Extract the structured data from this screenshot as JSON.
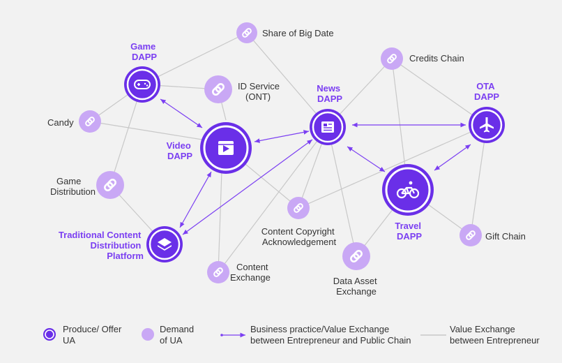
{
  "colors": {
    "background": "#f2f2f2",
    "demand": "#c9a8f5",
    "produce": "#7b3ff2",
    "produce_dark": "#6a2fe8",
    "business_line": "#7b3ff2",
    "value_line": "#c8c8c8",
    "label": "#333333"
  },
  "dapps": {
    "game": [
      "Game",
      "DAPP"
    ],
    "video": [
      "Video",
      "DAPP"
    ],
    "news": [
      "News",
      "DAPP"
    ],
    "ota": [
      "OTA",
      "DAPP"
    ],
    "travel": [
      "Travel",
      "DAPP"
    ],
    "traditional": [
      "Traditional Content",
      "Distribution",
      "Platform"
    ]
  },
  "demand_labels": {
    "share_big_date": "Share of Big Date",
    "id_service": [
      "ID Service",
      "(ONT)"
    ],
    "credits_chain": "Credits Chain",
    "candy": "Candy",
    "game_distribution": [
      "Game",
      "Distribution"
    ],
    "content_copyright": [
      "Content Copyright",
      "Acknowledgement"
    ],
    "content_exchange": [
      "Content",
      "Exchange"
    ],
    "data_asset_exchange": [
      "Data Asset",
      "Exchange"
    ],
    "gift_chain": "Gift Chain"
  },
  "icons": {
    "game": "gamepad-icon",
    "video": "play-icon",
    "news": "newspaper-icon",
    "ota": "airplane-icon",
    "travel": "bicycle-icon",
    "traditional": "layers-icon",
    "demand": "chain-link-icon"
  },
  "legend": {
    "produce": [
      "Produce/ Offer",
      "UA"
    ],
    "demand": [
      "Demand",
      "of UA"
    ],
    "business": [
      "Business practice/Value Exchange",
      "between Entrepreneur and Public Chain"
    ],
    "value": [
      "Value Exchange",
      "between Entrepreneur"
    ]
  }
}
